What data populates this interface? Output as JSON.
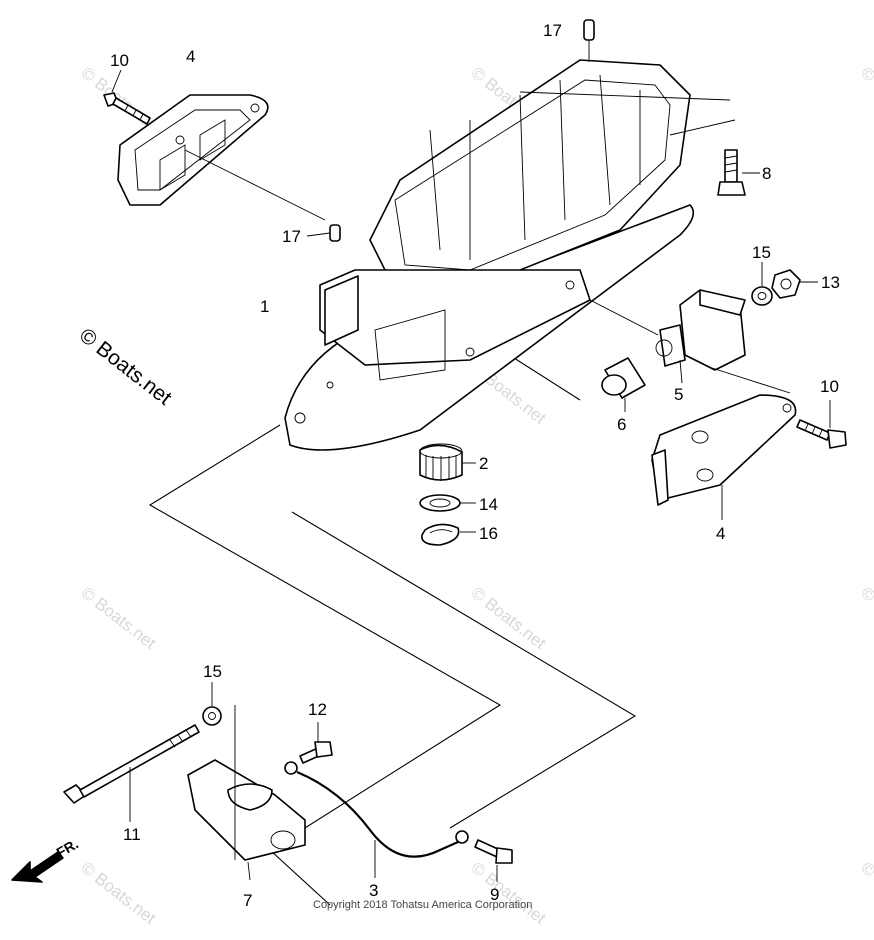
{
  "diagram": {
    "brand_watermark": "© Boats.net",
    "repeat_watermark": "© Boats.net",
    "copyright": "Copyright 2018 Tohatsu America Corporation",
    "direction": "FR.",
    "callouts": [
      {
        "id": "c17a",
        "text": "17"
      },
      {
        "id": "c10a",
        "text": "10"
      },
      {
        "id": "c4a",
        "text": "4"
      },
      {
        "id": "c8",
        "text": "8"
      },
      {
        "id": "c17b",
        "text": "17"
      },
      {
        "id": "c15a",
        "text": "15"
      },
      {
        "id": "c13",
        "text": "13"
      },
      {
        "id": "c1",
        "text": "1"
      },
      {
        "id": "c5",
        "text": "5"
      },
      {
        "id": "c10b",
        "text": "10"
      },
      {
        "id": "c6",
        "text": "6"
      },
      {
        "id": "c2",
        "text": "2"
      },
      {
        "id": "c14",
        "text": "14"
      },
      {
        "id": "c16",
        "text": "16"
      },
      {
        "id": "c4b",
        "text": "4"
      },
      {
        "id": "c15b",
        "text": "15"
      },
      {
        "id": "c12",
        "text": "12"
      },
      {
        "id": "c11",
        "text": "11"
      },
      {
        "id": "c7",
        "text": "7"
      },
      {
        "id": "c3",
        "text": "3"
      },
      {
        "id": "c9",
        "text": "9"
      }
    ]
  }
}
